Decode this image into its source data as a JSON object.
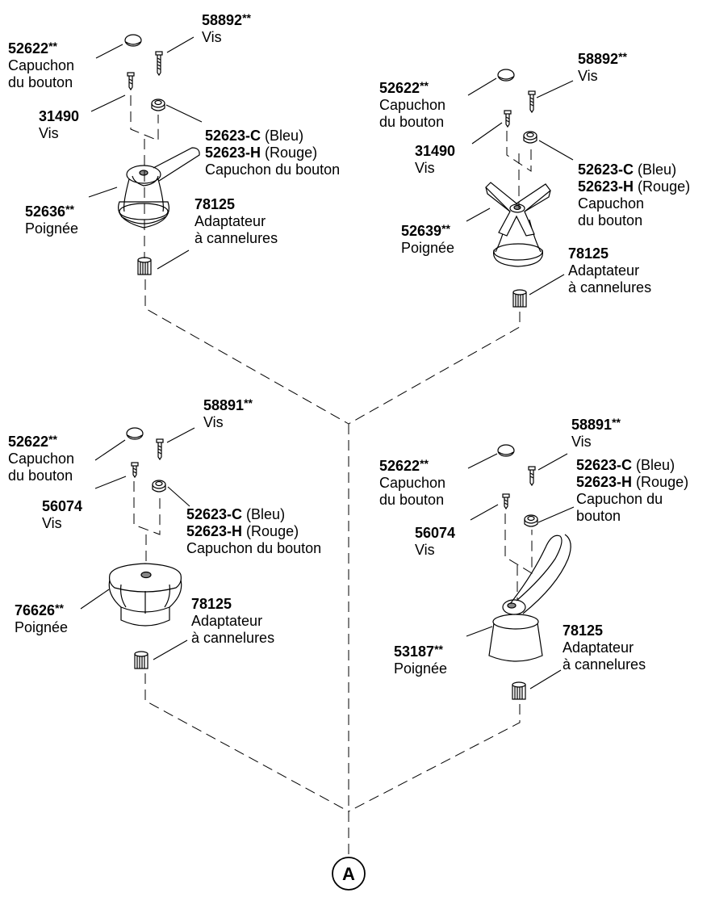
{
  "title": "",
  "callout_letter": "A",
  "groups": [
    {
      "name": "lever-handle-group",
      "labels": [
        {
          "key": "g1-screw-top",
          "part": "58892",
          "suffix": "**",
          "lines": [
            "Vis"
          ]
        },
        {
          "key": "g1-cap",
          "part": "52622",
          "suffix": "**",
          "lines": [
            "Capuchon",
            "du bouton"
          ]
        },
        {
          "key": "g1-screw",
          "part": "31490",
          "suffix": "",
          "lines": [
            "Vis"
          ]
        },
        {
          "key": "g1-color-cap",
          "rows": [
            {
              "part": "52623-C",
              "note": " (Bleu)"
            },
            {
              "part": "52623-H",
              "note": " (Rouge)"
            }
          ],
          "lines": [
            "Capuchon du bouton"
          ]
        },
        {
          "key": "g1-handle",
          "part": "52636",
          "suffix": "**",
          "lines": [
            "Poignée"
          ]
        },
        {
          "key": "g1-adapter",
          "part": "78125",
          "suffix": "",
          "lines": [
            "Adaptateur",
            "à cannelures"
          ]
        }
      ]
    },
    {
      "name": "cross-handle-group",
      "labels": [
        {
          "key": "g2-screw-top",
          "part": "58892",
          "suffix": "**",
          "lines": [
            "Vis"
          ]
        },
        {
          "key": "g2-cap",
          "part": "52622",
          "suffix": "**",
          "lines": [
            "Capuchon",
            "du bouton"
          ]
        },
        {
          "key": "g2-screw",
          "part": "31490",
          "suffix": "",
          "lines": [
            "Vis"
          ]
        },
        {
          "key": "g2-color-cap",
          "rows": [
            {
              "part": "52623-C",
              "note": " (Bleu)"
            },
            {
              "part": "52623-H",
              "note": " (Rouge)"
            }
          ],
          "lines": [
            "Capuchon",
            "du bouton"
          ]
        },
        {
          "key": "g2-handle",
          "part": "52639",
          "suffix": "**",
          "lines": [
            "Poignée"
          ]
        },
        {
          "key": "g2-adapter",
          "part": "78125",
          "suffix": "",
          "lines": [
            "Adaptateur",
            "à cannelures"
          ]
        }
      ]
    },
    {
      "name": "knob-handle-group",
      "labels": [
        {
          "key": "g3-screw-top",
          "part": "58891",
          "suffix": "**",
          "lines": [
            "Vis"
          ]
        },
        {
          "key": "g3-cap",
          "part": "52622",
          "suffix": "**",
          "lines": [
            "Capuchon",
            "du bouton"
          ]
        },
        {
          "key": "g3-screw",
          "part": "56074",
          "suffix": "",
          "lines": [
            "Vis"
          ]
        },
        {
          "key": "g3-color-cap",
          "rows": [
            {
              "part": "52623-C",
              "note": " (Bleu)"
            },
            {
              "part": "52623-H",
              "note": " (Rouge)"
            }
          ],
          "lines": [
            "Capuchon du bouton"
          ]
        },
        {
          "key": "g3-handle",
          "part": "76626",
          "suffix": "**",
          "lines": [
            "Poignée"
          ]
        },
        {
          "key": "g3-adapter",
          "part": "78125",
          "suffix": "",
          "lines": [
            "Adaptateur",
            "à cannelures"
          ]
        }
      ]
    },
    {
      "name": "wrist-blade-handle-group",
      "labels": [
        {
          "key": "g4-screw-top",
          "part": "58891",
          "suffix": "**",
          "lines": [
            "Vis"
          ]
        },
        {
          "key": "g4-cap",
          "part": "52622",
          "suffix": "**",
          "lines": [
            "Capuchon",
            "du bouton"
          ]
        },
        {
          "key": "g4-color-cap",
          "rows": [
            {
              "part": "52623-C",
              "note": " (Bleu)"
            },
            {
              "part": "52623-H",
              "note": " (Rouge)"
            }
          ],
          "lines": [
            "Capuchon du",
            "bouton"
          ]
        },
        {
          "key": "g4-screw",
          "part": "56074",
          "suffix": "",
          "lines": [
            "Vis"
          ]
        },
        {
          "key": "g4-handle",
          "part": "53187",
          "suffix": "**",
          "lines": [
            "Poignée"
          ]
        },
        {
          "key": "g4-adapter",
          "part": "78125",
          "suffix": "",
          "lines": [
            "Adaptateur",
            "à cannelures"
          ]
        }
      ]
    }
  ]
}
